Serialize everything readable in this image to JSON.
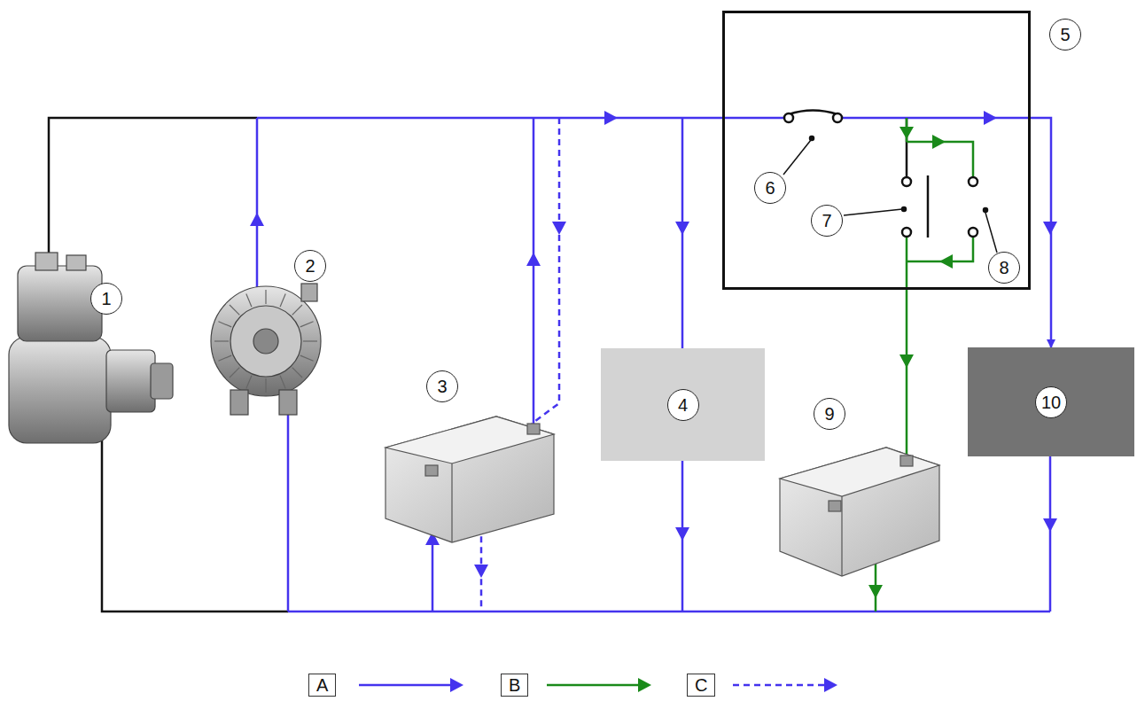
{
  "diagram": {
    "nodes": [
      {
        "text": [
          "5"
        ]
      },
      {
        "text": [
          "4"
        ]
      },
      {
        "text": [
          "10"
        ]
      }
    ],
    "edges": [
      {
        "from": 0,
        "to": 2,
        "arrow": "to"
      }
    ],
    "labels": [
      "1",
      "2",
      "3",
      "6",
      "7",
      "8",
      "9"
    ],
    "legend": [
      {
        "text": "A"
      },
      {
        "text": "B"
      },
      {
        "text": "C"
      }
    ]
  }
}
